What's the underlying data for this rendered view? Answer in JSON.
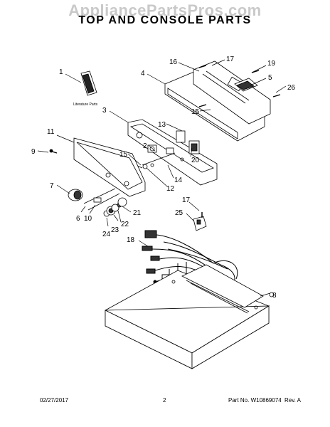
{
  "watermark": "AppliancePartsPros.com",
  "title": "TOP AND CONSOLE PARTS",
  "literature_label": "Literature Parts",
  "callouts": [
    "1",
    "2",
    "3",
    "4",
    "5",
    "6",
    "7",
    "8",
    "9",
    "10",
    "11",
    "12",
    "13",
    "14",
    "15",
    "15",
    "16",
    "17",
    "17",
    "18",
    "19",
    "20",
    "21",
    "22",
    "23",
    "24",
    "25",
    "26"
  ],
  "footer": {
    "date": "02/27/2017",
    "page": "2",
    "part_no": "Part No. W10869074",
    "rev": "Rev. A"
  }
}
